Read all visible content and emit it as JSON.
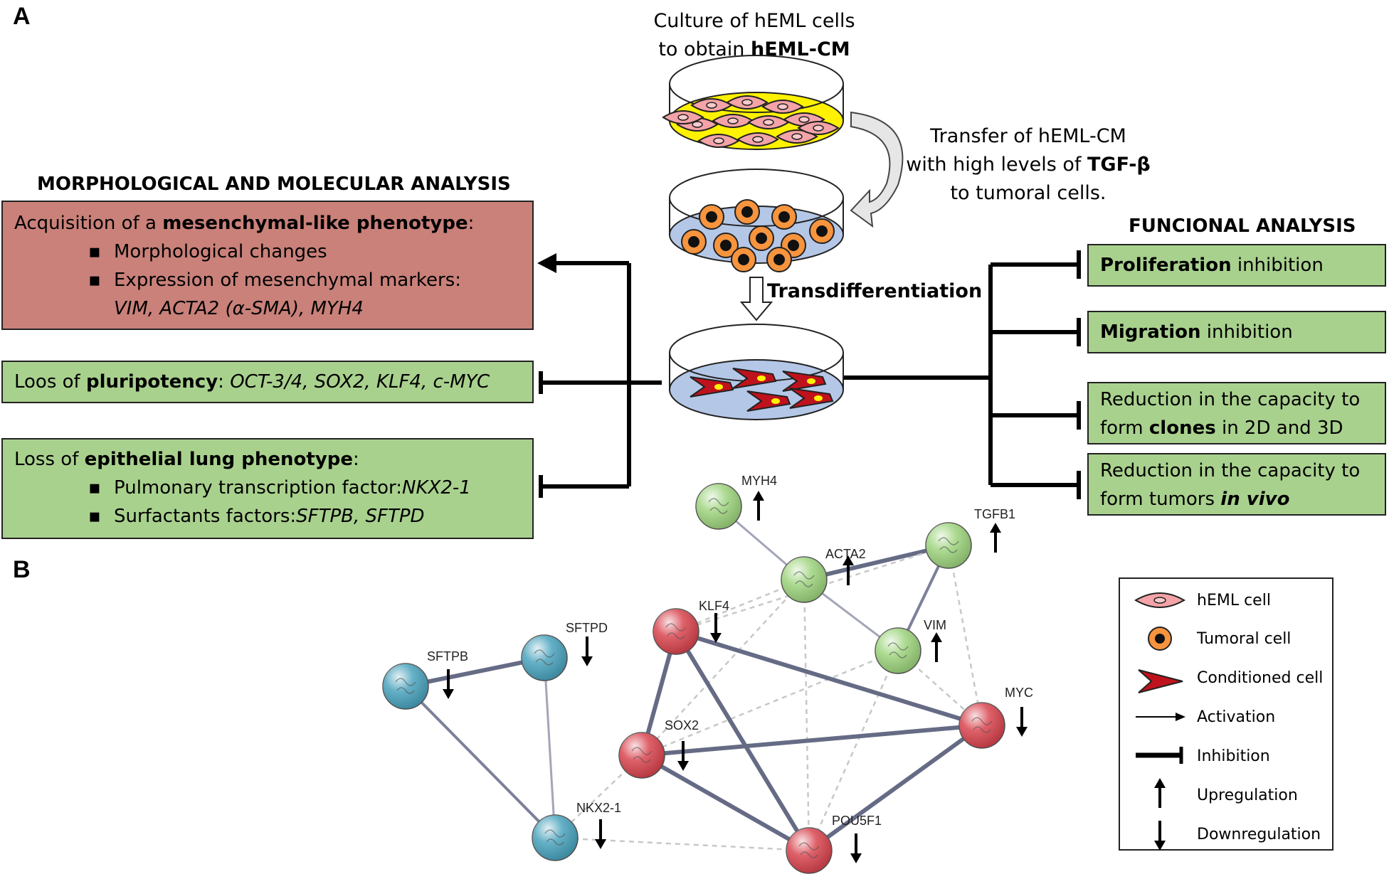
{
  "panel_a": {
    "label": "A",
    "culture_line1": "Culture of hEML cells",
    "culture_line2_pre": "to obtain ",
    "culture_line2_bold": "hEML-CM",
    "transfer_line1": "Transfer of hEML-CM",
    "transfer_line2_pre": "with high levels of ",
    "transfer_line2_bold": "TGF-β",
    "transfer_line3": "to tumoral cells.",
    "transdiff_label": "Transdifferentiation",
    "left_heading": "MORPHOLOGICAL AND MOLECULAR ANALYSIS",
    "right_heading": "FUNCIONAL ANALYSIS",
    "mesenchymal_box": {
      "pre": "Acquisition of a ",
      "bold": "mesenchymal-like phenotype",
      "post": ":",
      "bullet1": "Morphological changes",
      "bullet2": "Expression of mesenchymal markers:",
      "markers": "VIM, ACTA2 (α-SMA), MYH4"
    },
    "pluripotency_box": {
      "pre": "Loos of ",
      "bold": "pluripotency",
      "post": ": ",
      "genes": "OCT-3/4, SOX2, KLF4, c-MYC"
    },
    "epithelial_box": {
      "pre": "Loss of ",
      "bold": "epithelial lung phenotype",
      "post": ":",
      "bullet1_pre": "Pulmonary transcription factor: ",
      "bullet1_gene": "NKX2-1",
      "bullet2_pre": "Surfactants factors: ",
      "bullet2_genes": "SFTPB, SFTPD"
    },
    "bullet_symbol": "▪",
    "functional": {
      "proliferation_bold": "Proliferation",
      "proliferation_rest": " inhibition",
      "migration_bold": "Migration",
      "migration_rest": " inhibition",
      "clones_line1": "Reduction in the capacity to",
      "clones_pre": "form ",
      "clones_bold": "clones",
      "clones_post": " in 2D and 3D",
      "tumors_line1": "Reduction in the capacity to",
      "tumors_pre": "form tumors ",
      "tumors_bold": "in vivo"
    }
  },
  "panel_b": {
    "label": "B",
    "nodes": [
      {
        "id": "MYH4",
        "color": "#9ed47e",
        "regulation": "up"
      },
      {
        "id": "TGFB1",
        "color": "#9ed47e",
        "regulation": "up"
      },
      {
        "id": "ACTA2",
        "color": "#9ed47e",
        "regulation": "up"
      },
      {
        "id": "VIM",
        "color": "#9ed47e",
        "regulation": "up"
      },
      {
        "id": "KLF4",
        "color": "#d9454f",
        "regulation": "down"
      },
      {
        "id": "SOX2",
        "color": "#d9454f",
        "regulation": "down"
      },
      {
        "id": "MYC",
        "color": "#d9454f",
        "regulation": "down"
      },
      {
        "id": "POU5F1",
        "color": "#d9454f",
        "regulation": "down"
      },
      {
        "id": "SFTPB",
        "color": "#4aa3bd",
        "regulation": "down"
      },
      {
        "id": "SFTPD",
        "color": "#4aa3bd",
        "regulation": "down"
      },
      {
        "id": "NKX2-1",
        "color": "#4aa3bd",
        "regulation": "down"
      }
    ],
    "edges": [
      [
        "SFTPB",
        "SFTPD",
        "thick"
      ],
      [
        "SFTPB",
        "NKX2-1",
        "medium"
      ],
      [
        "SFTPD",
        "NKX2-1",
        "thin"
      ],
      [
        "MYH4",
        "ACTA2",
        "thin"
      ],
      [
        "ACTA2",
        "TGFB1",
        "thick"
      ],
      [
        "ACTA2",
        "VIM",
        "thin"
      ],
      [
        "TGFB1",
        "VIM",
        "medium"
      ],
      [
        "TGFB1",
        "MYC",
        "dashed"
      ],
      [
        "ACTA2",
        "KLF4",
        "dashed"
      ],
      [
        "ACTA2",
        "SOX2",
        "dashed"
      ],
      [
        "ACTA2",
        "POU5F1",
        "dashed"
      ],
      [
        "TGFB1",
        "KLF4",
        "dashed"
      ],
      [
        "VIM",
        "SOX2",
        "dashed"
      ],
      [
        "VIM",
        "MYC",
        "dashed"
      ],
      [
        "VIM",
        "POU5F1",
        "dashed"
      ],
      [
        "KLF4",
        "SOX2",
        "thick"
      ],
      [
        "KLF4",
        "MYC",
        "thick"
      ],
      [
        "KLF4",
        "POU5F1",
        "thick"
      ],
      [
        "SOX2",
        "MYC",
        "thick"
      ],
      [
        "SOX2",
        "POU5F1",
        "thick"
      ],
      [
        "MYC",
        "POU5F1",
        "thick"
      ],
      [
        "SOX2",
        "NKX2-1",
        "dashed"
      ],
      [
        "NKX2-1",
        "POU5F1",
        "dashed"
      ]
    ]
  },
  "legend": {
    "heml": "hEML cell",
    "tumoral": "Tumoral cell",
    "conditioned": "Conditioned cell",
    "activation": "Activation",
    "inhibition": "Inhibition",
    "upregulation": "Upregulation",
    "downregulation": "Downregulation"
  },
  "colors": {
    "green_box": "#a9d18e",
    "red_box": "#c9817a",
    "dish_yellow": "#fef200",
    "dish_blue": "#b4c7e7",
    "cell_pink": "#f4a3a8",
    "cell_orange": "#f7943e",
    "conditioned_red": "#c0121c"
  }
}
